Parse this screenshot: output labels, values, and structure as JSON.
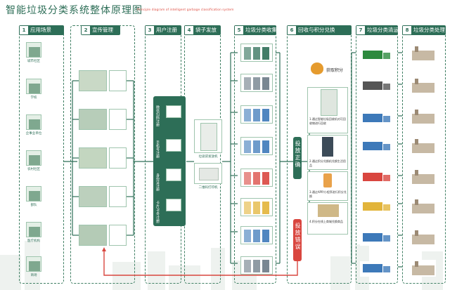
{
  "title": "智能垃圾分类系统整体原理图",
  "subtitle": "Principle diagram of intelligent garbage classification system",
  "sections": [
    {
      "num": "1",
      "label": "应用场景"
    },
    {
      "num": "2",
      "label": "宣传管理"
    },
    {
      "num": "3",
      "label": "用户注册"
    },
    {
      "num": "4",
      "label": "袋子发放"
    },
    {
      "num": "5",
      "label": "垃圾分类收集"
    },
    {
      "num": "6",
      "label": "回收与积分兑换"
    },
    {
      "num": "7",
      "label": "垃圾分类清运"
    },
    {
      "num": "8",
      "label": "垃圾分类处理"
    }
  ],
  "scenes": [
    "城市社区",
    "学校",
    "企事业单位",
    "农村社区",
    "部队",
    "医疗机构",
    "商场"
  ],
  "register_steps": [
    "微信扫码注册",
    "手机号注册",
    "身份证注册",
    "卡片/卡号注册"
  ],
  "bag_devices": [
    "垃圾袋发放机",
    "二维码打印机"
  ],
  "exchange": {
    "points_label": "获取积分",
    "correct": "投放正确",
    "wrong": "投放错误",
    "notes": [
      "1.通过智能垃圾回收机对可回收物进行回收",
      "2.通过积分兑换机兑换生活用品",
      "3.通过APP/小程序进行积分兑换",
      "4.积分在线上商城兑换商品"
    ]
  },
  "colors": {
    "primary": "#2d6e57",
    "accent": "#d9463f",
    "light": "#f1f7f2"
  }
}
